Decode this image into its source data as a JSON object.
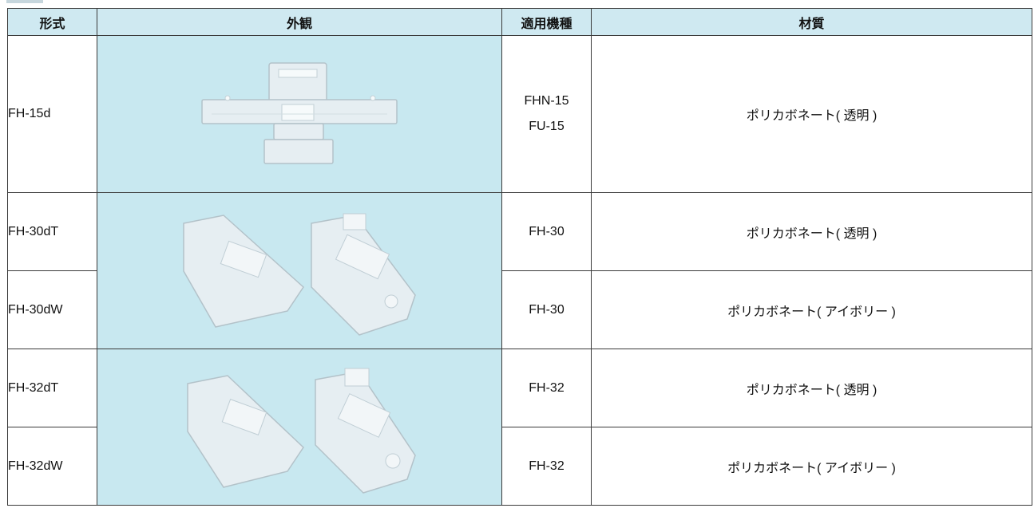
{
  "table": {
    "headers": [
      "形式",
      "外観",
      "適用機種",
      "材質"
    ],
    "rows": [
      {
        "form": "FH-15d",
        "models": [
          "FHN-15",
          "FU-15"
        ],
        "material": "ポリカボネート( 透明 )"
      },
      {
        "form": "FH-30dT",
        "models": [
          "FH-30"
        ],
        "material": "ポリカボネート( 透明 )"
      },
      {
        "form": "FH-30dW",
        "models": [
          "FH-30"
        ],
        "material": "ポリカボネート( アイボリー )"
      },
      {
        "form": "FH-32dT",
        "models": [
          "FH-32"
        ],
        "material": "ポリカボネート( 透明 )"
      },
      {
        "form": "FH-32dW",
        "models": [
          "FH-32"
        ],
        "material": "ポリカボネート( アイボリー )"
      }
    ]
  },
  "colors": {
    "header_bg": "#cfe9f1",
    "image_bg": "#c8e8f0",
    "part_fill": "#e6eef2"
  }
}
